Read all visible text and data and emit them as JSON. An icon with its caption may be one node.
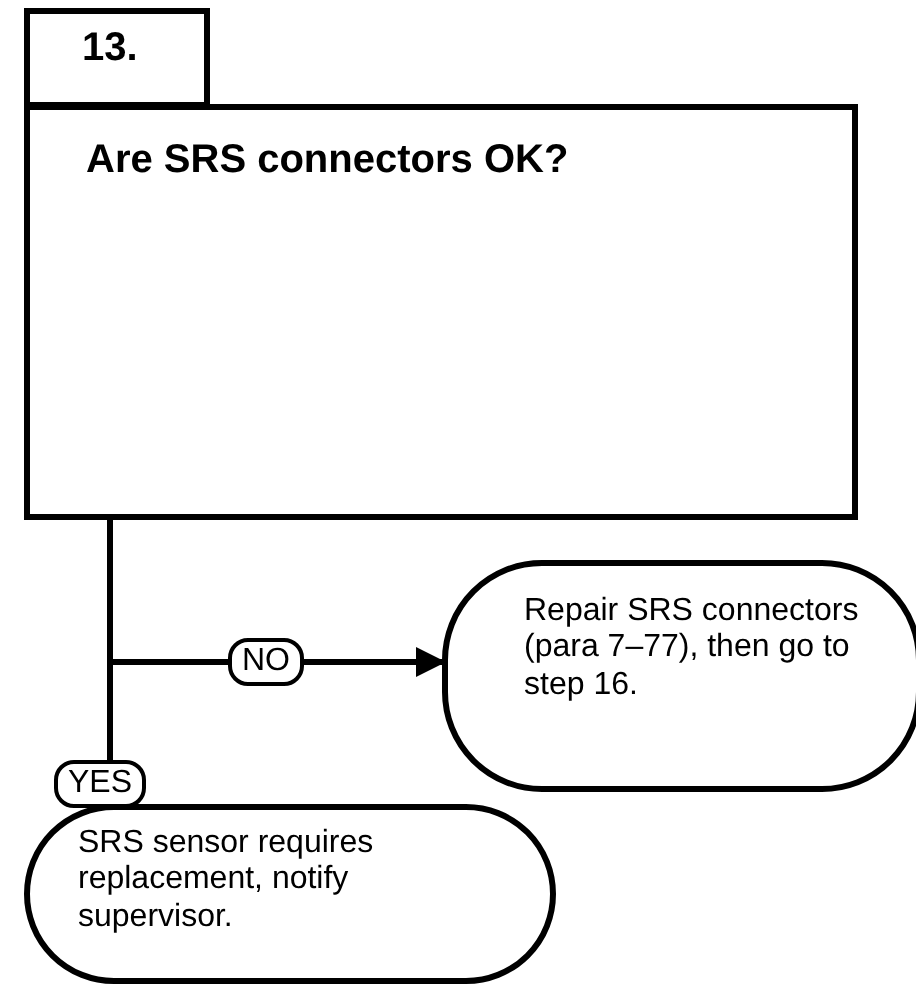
{
  "diagram": {
    "nodes": [
      {
        "text": [
          "13."
        ]
      },
      {
        "text": [
          "Are SRS connectors OK?"
        ]
      },
      {
        "text": [
          "Repair SRS connectors (para 7–77), then go to step 16."
        ]
      },
      {
        "text": [
          "SRS sensor requires replacement, notify supervisor."
        ]
      }
    ],
    "edges": [
      {
        "from": 1,
        "to": 2,
        "label": "NO",
        "arrow": "to"
      },
      {
        "from": 1,
        "to": 3,
        "label": "YES",
        "arrow": "none"
      }
    ]
  }
}
